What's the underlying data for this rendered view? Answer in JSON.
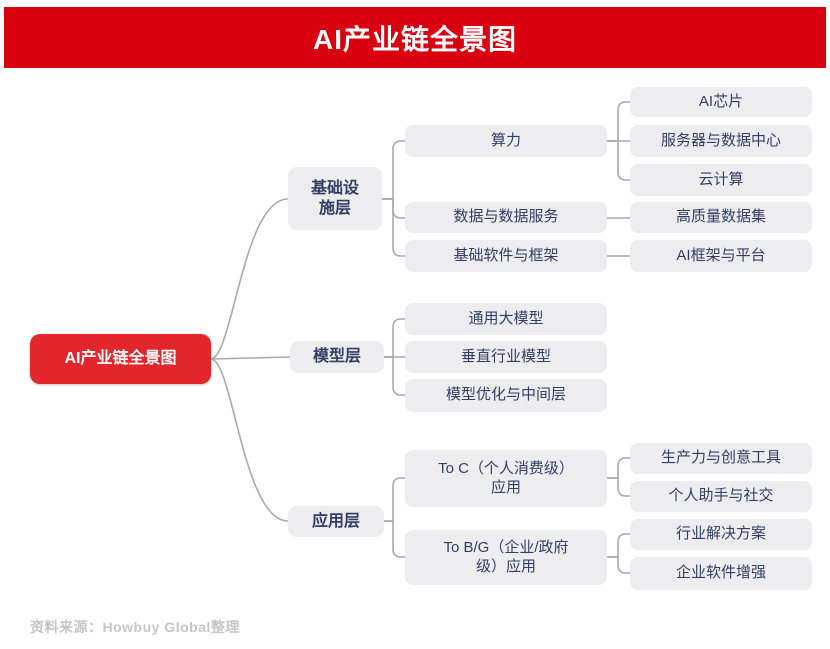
{
  "header": {
    "title": "AI产业链全景图"
  },
  "root": {
    "label": "AI产业链全景图"
  },
  "branches": [
    {
      "label": "基础设\n施层",
      "children": [
        {
          "label": "算力",
          "children": [
            "AI芯片",
            "服务器与数据中心",
            "云计算"
          ]
        },
        {
          "label": "数据与数据服务",
          "children": [
            "高质量数据集"
          ]
        },
        {
          "label": "基础软件与框架",
          "children": [
            "AI框架与平台"
          ]
        }
      ]
    },
    {
      "label": "模型层",
      "children": [
        {
          "label": "通用大模型"
        },
        {
          "label": "垂直行业模型"
        },
        {
          "label": "模型优化与中间层"
        }
      ]
    },
    {
      "label": "应用层",
      "children": [
        {
          "label": "To C（个人消费级）\n应用",
          "children": [
            "生产力与创意工具",
            "个人助手与社交"
          ]
        },
        {
          "label": "To B/G（企业/政府\n级）应用",
          "children": [
            "行业解决方案",
            "企业软件增强"
          ]
        }
      ]
    }
  ],
  "footer": {
    "source": "资料来源：Howbuy Global整理"
  },
  "colors": {
    "banner_red": "#D9000F",
    "root_red": "#E2262B",
    "node_bg": "#EDEDEF",
    "node_text": "#333D66",
    "connector": "#A9A9AE",
    "footer_text": "#C6C6CA"
  }
}
